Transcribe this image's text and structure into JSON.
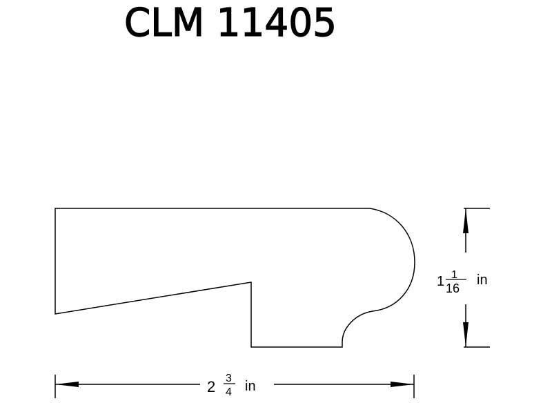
{
  "title": "CLM 11405",
  "dimensions": {
    "width": {
      "whole": "2",
      "numerator": "3",
      "denominator": "4",
      "unit": "in"
    },
    "height": {
      "whole": "1",
      "numerator": "1",
      "denominator": "16",
      "unit": "in"
    }
  },
  "colors": {
    "line": "#000000",
    "background": "#ffffff"
  }
}
